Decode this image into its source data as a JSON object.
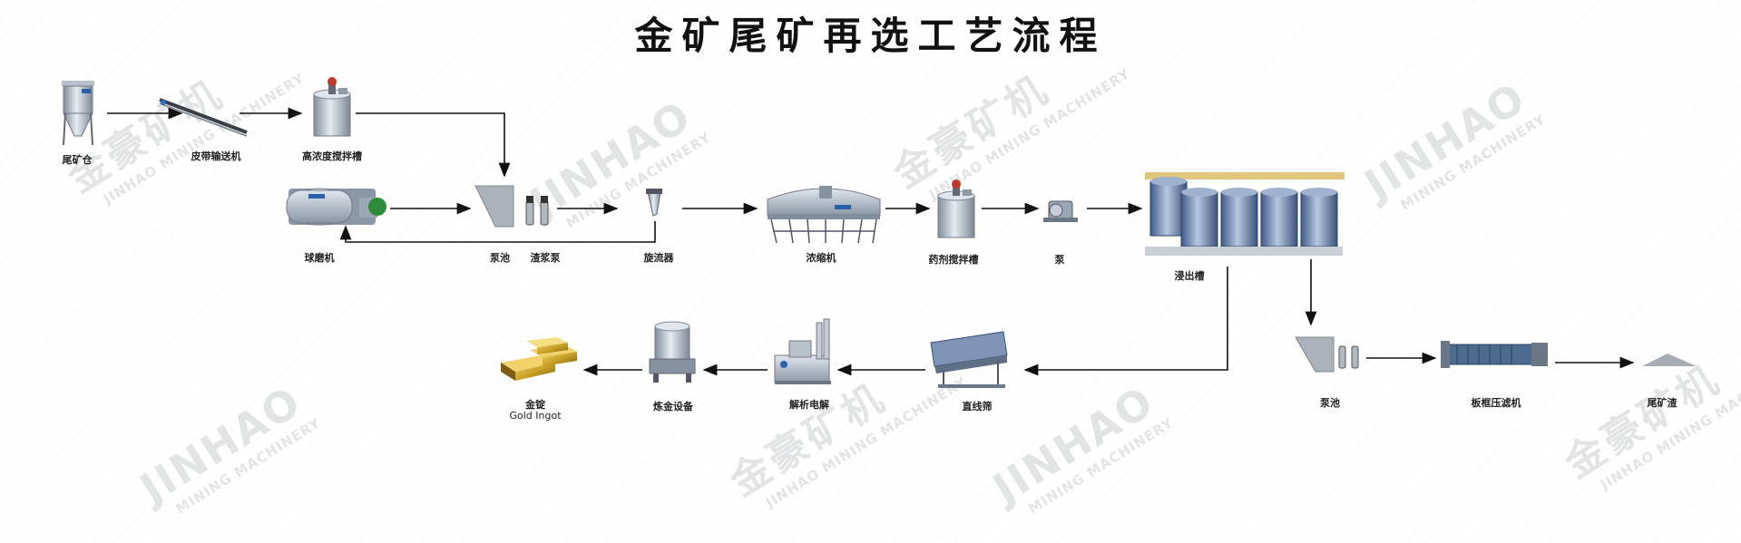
{
  "title": "金矿尾矿再选工艺流程",
  "watermark": {
    "brand_en": "JINHAO",
    "brand_en_sub": "MINING MACHINERY",
    "brand_cn": "金豪矿机",
    "brand_sub": "JINHAO MINING MACHINERY"
  },
  "equipment": {
    "tailings_bin": "尾矿仓",
    "belt_conveyor": "皮带输送机",
    "high_conc_tank": "高浓度搅拌槽",
    "ball_mill": "球磨机",
    "pump_pit_1": "泵池",
    "slurry_pump": "渣浆泵",
    "hydrocyclone": "旋流器",
    "thickener": "浓缩机",
    "reagent_tank": "药剂搅拌槽",
    "pump": "泵",
    "leach_tank": "浸出槽",
    "pump_pit_2": "泵池",
    "filter_press": "板框压滤机",
    "tailings_residue": "尾矿渣",
    "linear_screen": "直线筛",
    "electrolysis": "解析电解",
    "smelting": "炼金设备",
    "gold_ingot": "金锭",
    "gold_ingot_en": "Gold Ingot"
  },
  "colors": {
    "arrow": "#111111",
    "steel": "#9aa7b5",
    "gold": "#c9a227",
    "green": "#2e8b3a",
    "red": "#c0392b"
  }
}
